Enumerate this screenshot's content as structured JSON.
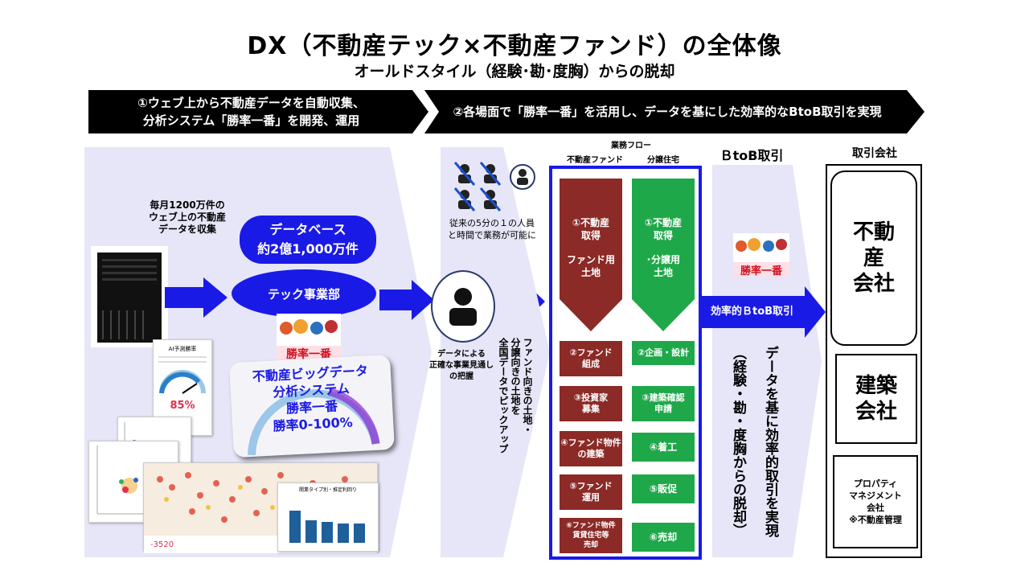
{
  "header": {
    "title": "DX（不動産テック×不動産ファンド）の全体像",
    "subtitle": "オールドスタイル（経験･勘･度胸）からの脱却"
  },
  "banners": {
    "left": [
      "①ウェブ上から不動産データを自動収集、",
      "分析システム「勝率一番」を開発、運用"
    ],
    "right": "②各場面で「勝率一番」を活用し、データを基にした効率的なBtoB取引を実現"
  },
  "left_panel": {
    "collect_text": [
      "毎月1200万件の",
      "ウェブ上の不動産",
      "データを収集"
    ],
    "database": [
      "データベース",
      "約2億1,000万件"
    ],
    "department": "テック事業部",
    "logo_text": "勝率一番",
    "system": [
      "不動産ビッグデータ",
      "分析システム",
      "勝率一番",
      "勝率0-100%"
    ],
    "gauge_card_title": "AI予測勝率",
    "gauge_value": "85%",
    "chart_card_title": "開業タイプ別・推定利回り",
    "bottom_note": "-3520"
  },
  "middle_panel": {
    "staff_text": [
      "従来の5分の１の人員",
      "と時間で業務が可能に"
    ],
    "grasp_text": [
      "データによる",
      "正確な事業見通し",
      "の把握"
    ],
    "pickup_text": [
      "ファンド向きの土地・",
      "分譲向きの土地を",
      "全国データでピックアップ"
    ]
  },
  "workflow": {
    "header": "業務フロー",
    "col_fund": "不動産ファンド",
    "col_housing": "分譲住宅",
    "fund_steps": [
      [
        "①不動産",
        "取得",
        "",
        "ファンド用",
        "土地"
      ],
      [
        "②ファンド",
        "組成"
      ],
      [
        "③投資家",
        "募集"
      ],
      [
        "④ファンド物件",
        "の建築"
      ],
      [
        "⑤ファンド",
        "運用"
      ],
      [
        "⑥ファンド物件",
        "賃貸住宅等",
        "売却"
      ]
    ],
    "housing_steps": [
      [
        "①不動産",
        "取得",
        "",
        "･分譲用",
        "土地"
      ],
      [
        "②企画・設計"
      ],
      [
        "③建築確認",
        "申請"
      ],
      [
        "④着工"
      ],
      [
        "⑤販促"
      ],
      [
        "⑥売却"
      ]
    ]
  },
  "btob": {
    "header": "ＢtoB取引",
    "arrow_label": "効率的ＢtoB取引",
    "logo_text": "勝率一番",
    "vertical_main": "データを基に効率的取引を実現",
    "vertical_sub": "（経験・勘・度胸からの脱却）"
  },
  "companies": {
    "header": "取引会社",
    "real_estate": [
      "不動",
      "産",
      "会社"
    ],
    "construction": [
      "建築",
      "会社"
    ],
    "property_mgmt": [
      "プロパティ",
      "マネジメント",
      "会社",
      "※不動産管理"
    ]
  },
  "colors": {
    "banner_bg": "#000000",
    "accent_blue": "#1a1ae6",
    "panel_bg": "#e6e6f8",
    "fund_red": "#8b2a26",
    "housing_green": "#1fa84a"
  }
}
